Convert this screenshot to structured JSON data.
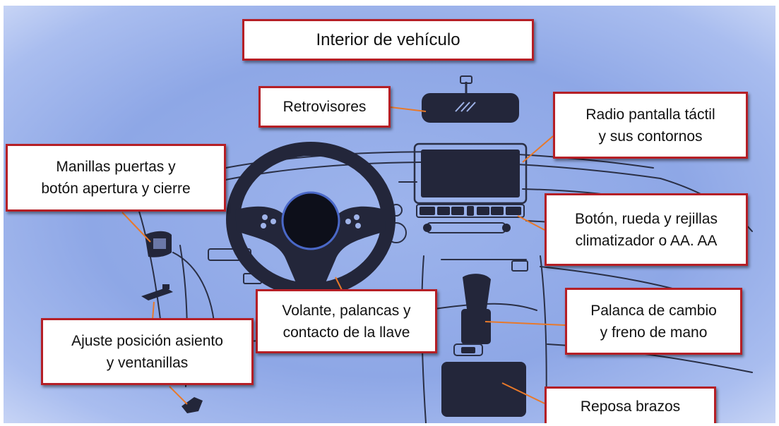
{
  "title": "Interior de vehículo",
  "labels": {
    "retrovisores": [
      "Retrovisores"
    ],
    "radio": [
      "Radio pantalla táctil",
      "y sus contornos"
    ],
    "manillas": [
      "Manillas puertas y",
      "botón  apertura y cierre"
    ],
    "climatizador": [
      "Botón, rueda y rejillas",
      "climatizador o AA. AA"
    ],
    "volante": [
      "Volante, palancas y",
      "contacto de la llave"
    ],
    "palanca": [
      "Palanca de cambio",
      "y freno de mano"
    ],
    "ajuste": [
      "Ajuste posición asiento",
      "y ventanillas"
    ],
    "reposa": [
      "Reposa brazos"
    ]
  },
  "colors": {
    "label_border": "#b51f26",
    "leader_line": "#e8792a",
    "background": "#8ea7e6",
    "line_art": "#2a2f45",
    "dark_parts": "#23263a"
  }
}
